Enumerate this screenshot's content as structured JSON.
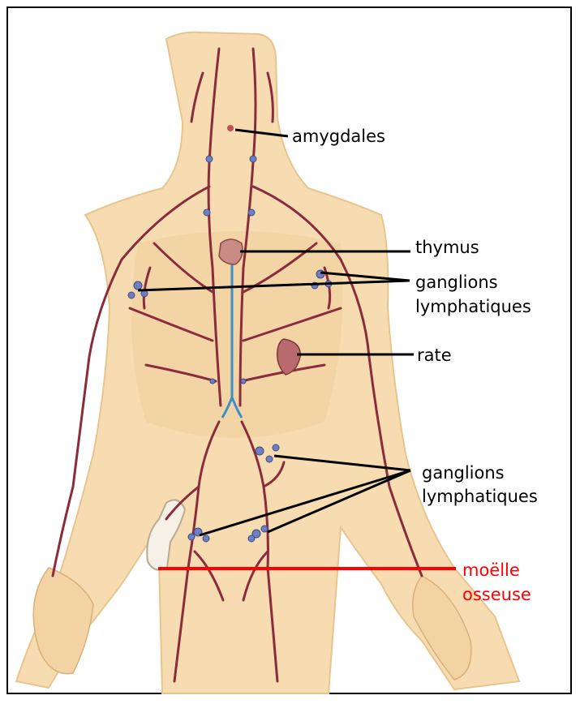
{
  "labels": {
    "amygdales": "amygdales",
    "thymus": "thymus",
    "ganglions_upper": [
      "ganglions",
      "lymphatiques"
    ],
    "rate": "rate",
    "ganglions_lower": [
      "ganglions",
      "lymphatiques"
    ],
    "moelle": [
      "moëlle",
      "osseuse"
    ]
  },
  "colors": {
    "leader_line": "#000000",
    "marrow_line": "#ff0000",
    "skin": "#f6dcb0",
    "vessel": "#8a2c3c",
    "thoracic_duct": "#3b8fc6",
    "node": "#6f7fc0"
  }
}
